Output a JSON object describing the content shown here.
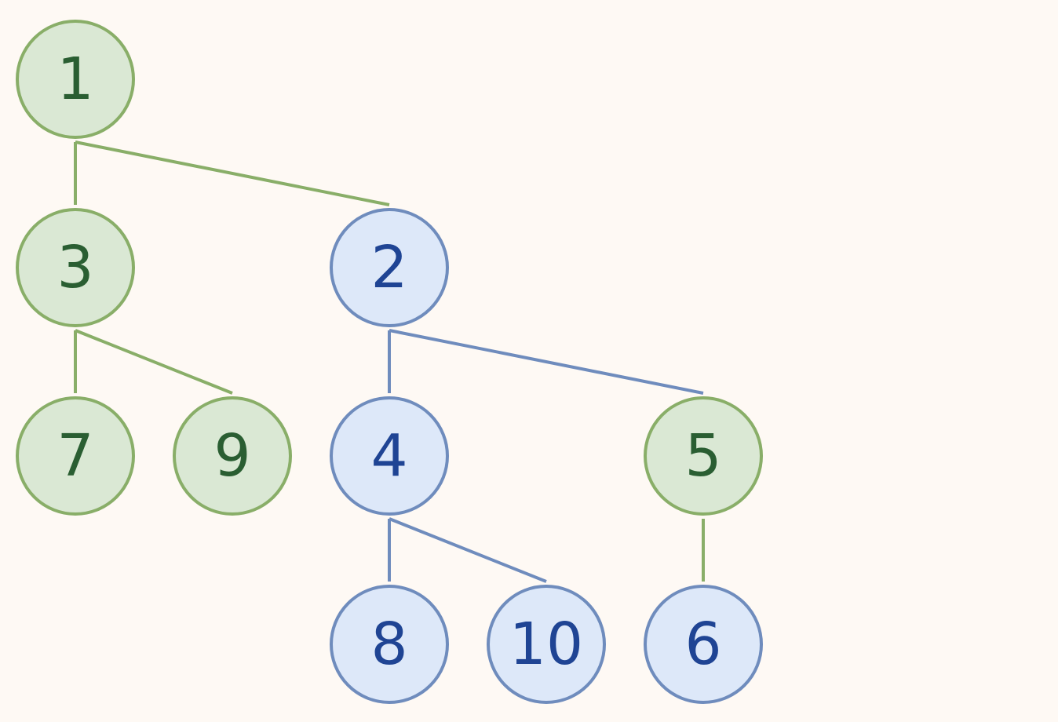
{
  "colors": {
    "background": "#fef9f4",
    "green_fill": "#dae8d4",
    "green_stroke": "#89ae68",
    "green_text": "#2a5e32",
    "blue_fill": "#dde8f9",
    "blue_stroke": "#6f8cbd",
    "blue_text": "#1f4494"
  },
  "tree": {
    "nodes": [
      {
        "id": "1",
        "label": "1",
        "color": "green",
        "depth": 0,
        "parent": null
      },
      {
        "id": "3",
        "label": "3",
        "color": "green",
        "depth": 1,
        "parent": "1"
      },
      {
        "id": "2",
        "label": "2",
        "color": "blue",
        "depth": 1,
        "parent": "1"
      },
      {
        "id": "7",
        "label": "7",
        "color": "green",
        "depth": 2,
        "parent": "3"
      },
      {
        "id": "9",
        "label": "9",
        "color": "green",
        "depth": 2,
        "parent": "3"
      },
      {
        "id": "4",
        "label": "4",
        "color": "blue",
        "depth": 2,
        "parent": "2"
      },
      {
        "id": "5",
        "label": "5",
        "color": "green",
        "depth": 2,
        "parent": "2"
      },
      {
        "id": "8",
        "label": "8",
        "color": "blue",
        "depth": 3,
        "parent": "4"
      },
      {
        "id": "10",
        "label": "10",
        "color": "blue",
        "depth": 3,
        "parent": "4"
      },
      {
        "id": "6",
        "label": "6",
        "color": "blue",
        "depth": 3,
        "parent": "5"
      }
    ],
    "edges": [
      {
        "from": "1",
        "to": "3",
        "color": "green"
      },
      {
        "from": "1",
        "to": "2",
        "color": "green"
      },
      {
        "from": "3",
        "to": "7",
        "color": "green"
      },
      {
        "from": "3",
        "to": "9",
        "color": "green"
      },
      {
        "from": "2",
        "to": "4",
        "color": "blue"
      },
      {
        "from": "2",
        "to": "5",
        "color": "blue"
      },
      {
        "from": "4",
        "to": "8",
        "color": "blue"
      },
      {
        "from": "4",
        "to": "10",
        "color": "blue"
      },
      {
        "from": "5",
        "to": "6",
        "color": "green"
      }
    ]
  }
}
